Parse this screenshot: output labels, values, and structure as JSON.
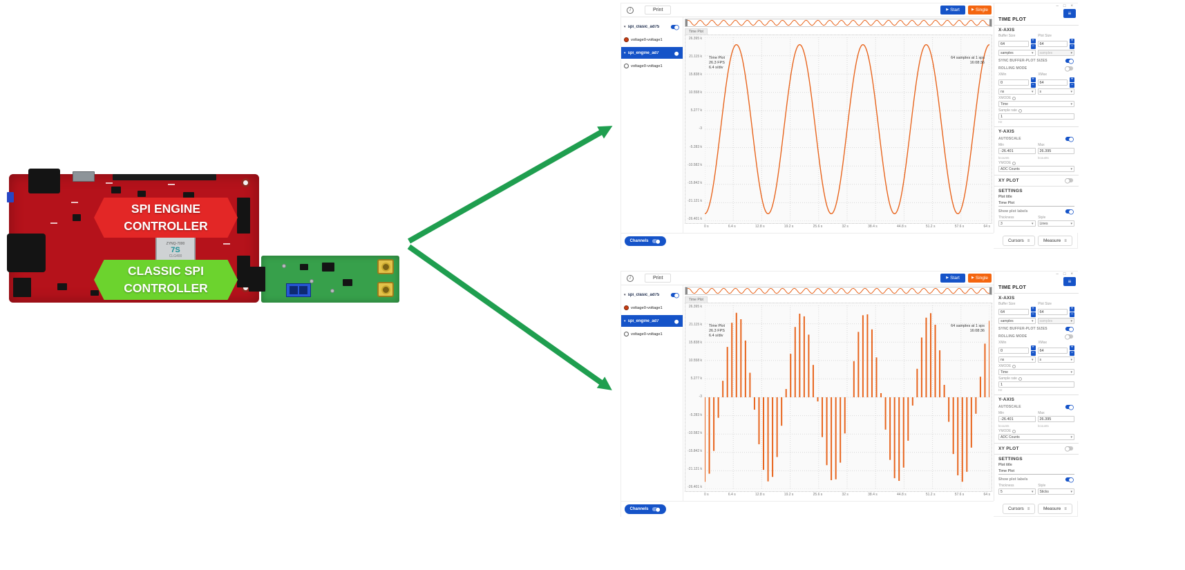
{
  "theme": {
    "accent_blue": "#1553c8",
    "accent_orange": "#f4650f"
  },
  "arrows": {
    "color": "#1f9e4f"
  },
  "board": {
    "banners": [
      {
        "line1": "SPI ENGINE",
        "line2": "CONTROLLER",
        "color": "#e32726"
      },
      {
        "line1": "CLASSIC SPI",
        "line2": "CONTROLLER",
        "color": "#6cd32e"
      }
    ],
    "chip": {
      "line1": "ZYNQ-7000",
      "line2": "7S",
      "line3": "CLG400"
    }
  },
  "apps": [
    {
      "window_controls": {
        "minimize": "–",
        "maximize": "□",
        "close": "×"
      },
      "topbar": {
        "info": "i",
        "print": "Print",
        "start": "Start",
        "single": "Single"
      },
      "channels_panel": {
        "device1_name": "spi_clasic_ad75",
        "device1_channel": "voltage0-voltage1",
        "device2_name": "spi_engine_ad7",
        "device2_channel": "voltage0-voltage1"
      },
      "channels_button": "Channels",
      "plot": {
        "tab_label": "Time Plot",
        "overlay_title": "Time Plot",
        "fps": "26.3 FPS",
        "time_per_div": "6.4 s/div",
        "samples_info": "64 samples at 1 sps",
        "timestamp": "16:08:36"
      },
      "settings": {
        "panel_title": "TIME PLOT",
        "x_axis": {
          "header": "X-AXIS",
          "buffer_size_label": "Buffer Size",
          "buffer_size_value": "64",
          "plot_size_label": "Plot Size",
          "plot_size_value": "64",
          "buffer_unit": "samples",
          "plot_unit": "samples",
          "sync_label": "SYNC BUFFER-PLOT SIZES",
          "rolling_label": "ROLLING MODE",
          "xmin_label": "XMin",
          "xmin_value": "0",
          "xmax_label": "XMax",
          "xmax_value": "64",
          "xmin_unit": "ns",
          "xmax_unit": "s",
          "xmode_label": "XMODE",
          "xmode_value": "Time",
          "sample_rate_label": "Sample rate",
          "sample_rate_value": "1",
          "sample_rate_unit": "Hz"
        },
        "y_axis": {
          "header": "Y-AXIS",
          "autoscale_label": "AUTOSCALE",
          "min_label": "Min",
          "min_value": "-26.401",
          "min_unit": "kcounts",
          "max_label": "Max",
          "max_value": "26.395",
          "max_unit": "kcounts",
          "ymode_label": "YMODE",
          "ymode_value": "ADC Counts"
        },
        "xy_plot_label": "XY PLOT",
        "settings_section": {
          "header": "SETTINGS",
          "plot_title_label": "Plot title",
          "plot_title_value": "Time Plot",
          "show_labels_label": "Show plot labels",
          "thickness_label": "Thickness",
          "thickness_value": "3",
          "style_label": "Style",
          "style_value": "Lines"
        }
      },
      "footer": {
        "cursors": "Cursors",
        "measure": "Measure"
      },
      "chart_data": {
        "type": "line",
        "title": "Time Plot",
        "x_ticks": [
          "0 s",
          "6.4 s",
          "12.8 s",
          "19.2 s",
          "25.6 s",
          "32 s",
          "38.4 s",
          "44.8 s",
          "51.2 s",
          "57.6 s",
          "64 s"
        ],
        "y_ticks": [
          "26.395 k",
          "21.115 k",
          "15.838 k",
          "10.558 k",
          "5.277 k",
          "-3",
          "-5.283 k",
          "-10.582 k",
          "-15.842 k",
          "-21.121 k",
          "-26.401 k"
        ],
        "xlim": [
          0,
          64
        ],
        "ylim": [
          -26401,
          26395
        ],
        "xlabel": "s",
        "ylabel": "kcounts",
        "amplitude_counts": 26400,
        "cycles_in_window": 4.5,
        "samples": 64,
        "sample_rate_hz": 1,
        "grid": true,
        "color": "#e8641c",
        "preview_cycles": 26
      }
    },
    {
      "window_controls": {
        "minimize": "–",
        "maximize": "□",
        "close": "×"
      },
      "topbar": {
        "info": "i",
        "print": "Print",
        "start": "Start",
        "single": "Single"
      },
      "channels_panel": {
        "device1_name": "spi_clasic_ad75",
        "device1_channel": "voltage0-voltage1",
        "device2_name": "spi_engine_ad7",
        "device2_channel": "voltage0-voltage1"
      },
      "channels_button": "Channels",
      "plot": {
        "tab_label": "Time Plot",
        "overlay_title": "Time Plot",
        "fps": "26.3 FPS",
        "time_per_div": "6.4 s/div",
        "samples_info": "64 samples at 1 sps",
        "timestamp": "16:08:36"
      },
      "settings": {
        "panel_title": "TIME PLOT",
        "x_axis": {
          "header": "X-AXIS",
          "buffer_size_label": "Buffer Size",
          "buffer_size_value": "64",
          "plot_size_label": "Plot Size",
          "plot_size_value": "64",
          "buffer_unit": "samples",
          "plot_unit": "samples",
          "sync_label": "SYNC BUFFER-PLOT SIZES",
          "rolling_label": "ROLLING MODE",
          "xmin_label": "XMin",
          "xmin_value": "0",
          "xmax_label": "XMax",
          "xmax_value": "64",
          "xmin_unit": "ns",
          "xmax_unit": "s",
          "xmode_label": "XMODE",
          "xmode_value": "Time",
          "sample_rate_label": "Sample rate",
          "sample_rate_value": "1",
          "sample_rate_unit": "Hz"
        },
        "y_axis": {
          "header": "Y-AXIS",
          "autoscale_label": "AUTOSCALE",
          "min_label": "Min",
          "min_value": "-26.401",
          "min_unit": "kcounts",
          "max_label": "Max",
          "max_value": "26.395",
          "max_unit": "kcounts",
          "ymode_label": "YMODE",
          "ymode_value": "ADC Counts"
        },
        "xy_plot_label": "XY PLOT",
        "settings_section": {
          "header": "SETTINGS",
          "plot_title_label": "Plot title",
          "plot_title_value": "Time Plot",
          "show_labels_label": "Show plot labels",
          "thickness_label": "Thickness",
          "thickness_value": "5",
          "style_label": "Style",
          "style_value": "Sticks"
        }
      },
      "footer": {
        "cursors": "Cursors",
        "measure": "Measure"
      },
      "chart_data": {
        "type": "sticks",
        "title": "Time Plot",
        "x_ticks": [
          "0 s",
          "6.4 s",
          "12.8 s",
          "19.2 s",
          "25.6 s",
          "32 s",
          "38.4 s",
          "44.8 s",
          "51.2 s",
          "57.6 s",
          "64 s"
        ],
        "y_ticks": [
          "26.395 k",
          "21.115 k",
          "15.838 k",
          "10.558 k",
          "5.277 k",
          "-3",
          "-5.283 k",
          "-10.582 k",
          "-15.842 k",
          "-21.121 k",
          "-26.401 k"
        ],
        "xlim": [
          0,
          64
        ],
        "ylim": [
          -26401,
          26395
        ],
        "xlabel": "s",
        "ylabel": "kcounts",
        "amplitude_counts": 26400,
        "cycles_in_window": 4.5,
        "samples": 64,
        "sample_rate_hz": 1,
        "grid": true,
        "color": "#e8641c",
        "preview_cycles": 26
      }
    }
  ]
}
